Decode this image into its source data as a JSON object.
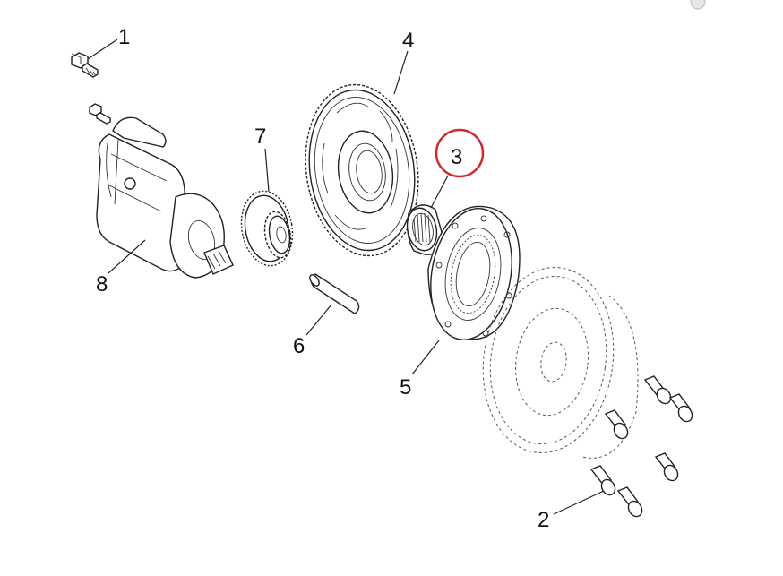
{
  "diagram": {
    "labels": {
      "bolt_top": "1",
      "mount_bolts": "2",
      "needle_bearing": "3",
      "idle_gear": "4",
      "one_way_clutch": "5",
      "shaft": "6",
      "reduction_gear": "7",
      "starter_motor": "8"
    },
    "highlight": {
      "part": "3",
      "color": "#d62828"
    }
  }
}
